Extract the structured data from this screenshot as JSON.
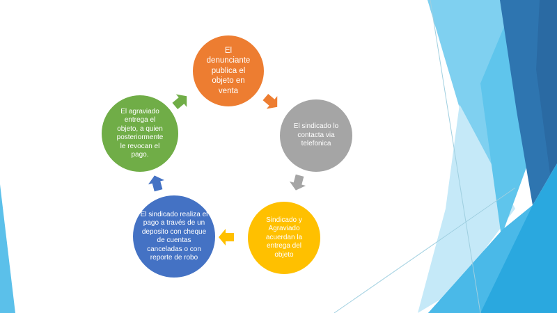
{
  "colors": {
    "orange": "#ed7d31",
    "gray": "#a5a5a5",
    "yellow": "#ffc000",
    "blue": "#4472c4",
    "green": "#70ad47"
  },
  "cycle": [
    {
      "id": "step-1",
      "text": "El denunciante publica el objeto en venta",
      "color": "#ed7d31"
    },
    {
      "id": "step-2",
      "text": "El sindicado lo contacta via telefonica",
      "color": "#a5a5a5"
    },
    {
      "id": "step-3",
      "text": "Sindicado y Agraviado acuerdan la entrega del objeto",
      "color": "#ffc000"
    },
    {
      "id": "step-4",
      "text": "El sindicado realiza el pago a través de un deposito con cheque de cuentas canceladas o con reporte de robo",
      "color": "#4472c4"
    },
    {
      "id": "step-5",
      "text": "El agraviado entrega el objeto, a quien posteriormente le revocan el pago.",
      "color": "#70ad47"
    }
  ]
}
